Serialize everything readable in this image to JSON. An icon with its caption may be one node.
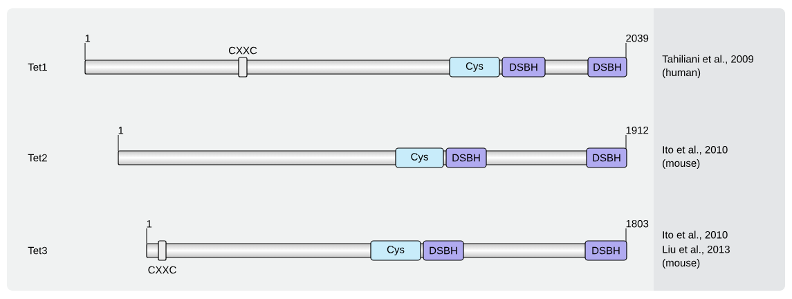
{
  "diagram": {
    "nodes": [
      {
        "text": [
          "Tet1"
        ],
        "beside": [
          "1",
          "2039"
        ]
      },
      {
        "text": [
          "CXXC"
        ],
        "in": 0
      },
      {
        "text": [
          "Cys"
        ],
        "in": 0
      },
      {
        "text": [
          "DSBH"
        ],
        "in": 0
      },
      {
        "text": [
          "DSBH"
        ],
        "in": 0
      },
      {
        "text": [
          "Tet2"
        ],
        "beside": [
          "1",
          "1912"
        ]
      },
      {
        "text": [
          "Cys"
        ],
        "in": 5
      },
      {
        "text": [
          "DSBH"
        ],
        "in": 5
      },
      {
        "text": [
          "DSBH"
        ],
        "in": 5
      },
      {
        "text": [
          "Tet3"
        ],
        "beside": [
          "1",
          "1803"
        ]
      },
      {
        "text": [
          "CXXC"
        ],
        "in": 9
      },
      {
        "text": [
          "Cys"
        ],
        "in": 9
      },
      {
        "text": [
          "DSBH"
        ],
        "in": 9
      },
      {
        "text": [
          "DSBH"
        ],
        "in": 9
      }
    ],
    "labels": [
      "Tahiliani et al., 2009",
      "(human)",
      "Ito et al., 2010",
      "(mouse)",
      "Ito et al., 2010",
      "Liu et al., 2013",
      "(mouse)"
    ]
  }
}
